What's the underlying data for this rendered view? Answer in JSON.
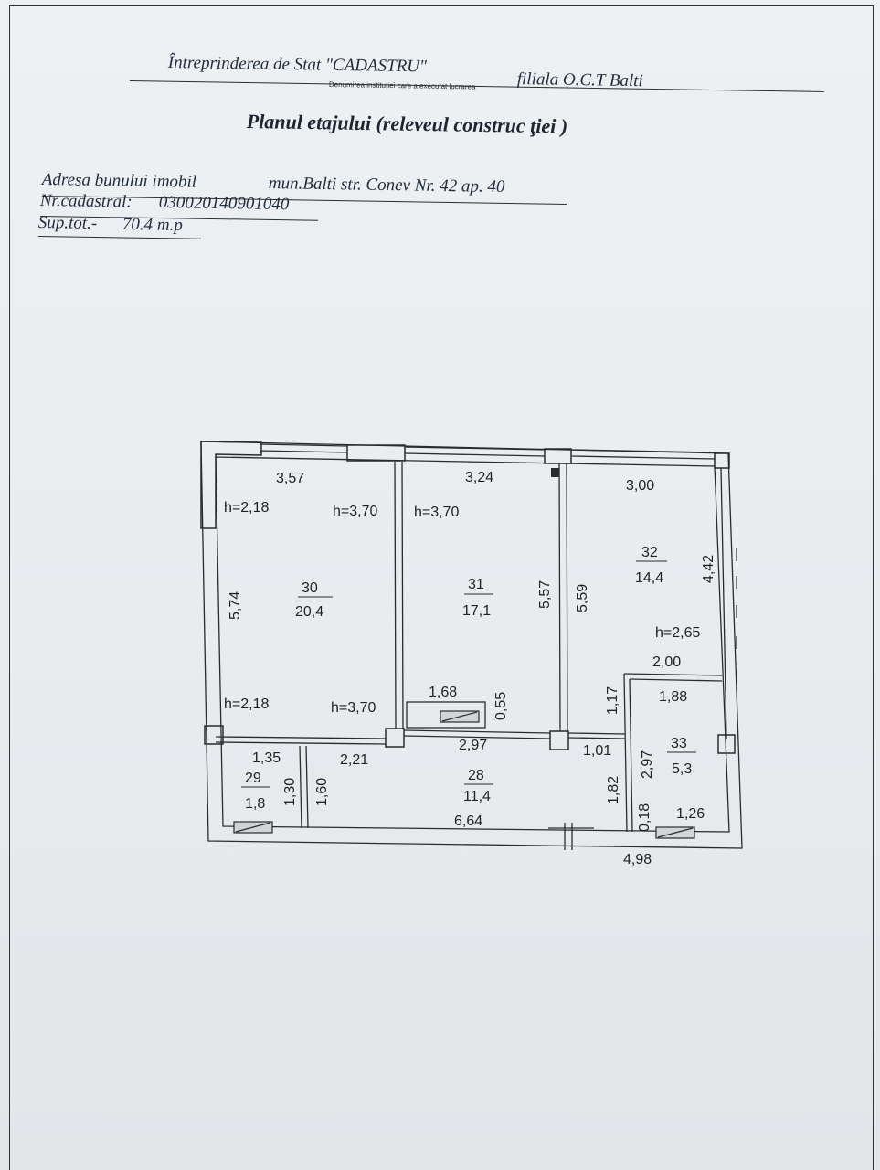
{
  "header": {
    "institution": "Întreprinderea de Stat \"CADASTRU\"",
    "branch": "filiala O.C.T Balti",
    "caption": "Denumirea instituției care a executat lucrarea"
  },
  "title": "Planul etajului (releveul construc ţiei )",
  "info": {
    "address_label": "Adresa bunului imobil",
    "address_value": "mun.Balti str. Conev Nr. 42 ap. 40",
    "cadastral_label": "Nr.cadastral:",
    "cadastral_value": "030020140901040",
    "area_label": "Sup.tot.-",
    "area_value": "70.4 m.p"
  },
  "plan": {
    "rooms": [
      {
        "number": "30",
        "area": "20,4"
      },
      {
        "number": "31",
        "area": "17,1"
      },
      {
        "number": "32",
        "area": "14,4"
      },
      {
        "number": "28",
        "area": "11,4"
      },
      {
        "number": "29",
        "area": "1,8"
      },
      {
        "number": "33",
        "area": "5,3"
      }
    ],
    "dimensions": {
      "r30_width": "3,57",
      "r31_width": "3,24",
      "r32_width": "3,00",
      "r30_length": "5,74",
      "r31_length": "5,57",
      "r31_right": "5,59",
      "r32_length": "4,42",
      "r33_top": "2,00",
      "r33_width": "1,88",
      "r33_side": "1,17",
      "vent_width": "1,68",
      "vent_depth": "0,55",
      "corridor_top": "2,97",
      "corridor_left": "2,21",
      "corridor_step": "1,01",
      "r29_width": "1,35",
      "r29_h1": "1,30",
      "r29_h2": "1,60",
      "corridor_length": "6,64",
      "corridor_right": "1,82",
      "r33_length": "2,97",
      "small_018": "0,18",
      "bath_width": "1,26",
      "total_bottom": "4,98"
    },
    "heights": {
      "r30_tl": "h=2,18",
      "r30_tr": "h=3,70",
      "r31_tl": "h=3,70",
      "r30_bl": "h=2,18",
      "r30_br": "h=3,70",
      "r32": "h=2,65"
    }
  }
}
